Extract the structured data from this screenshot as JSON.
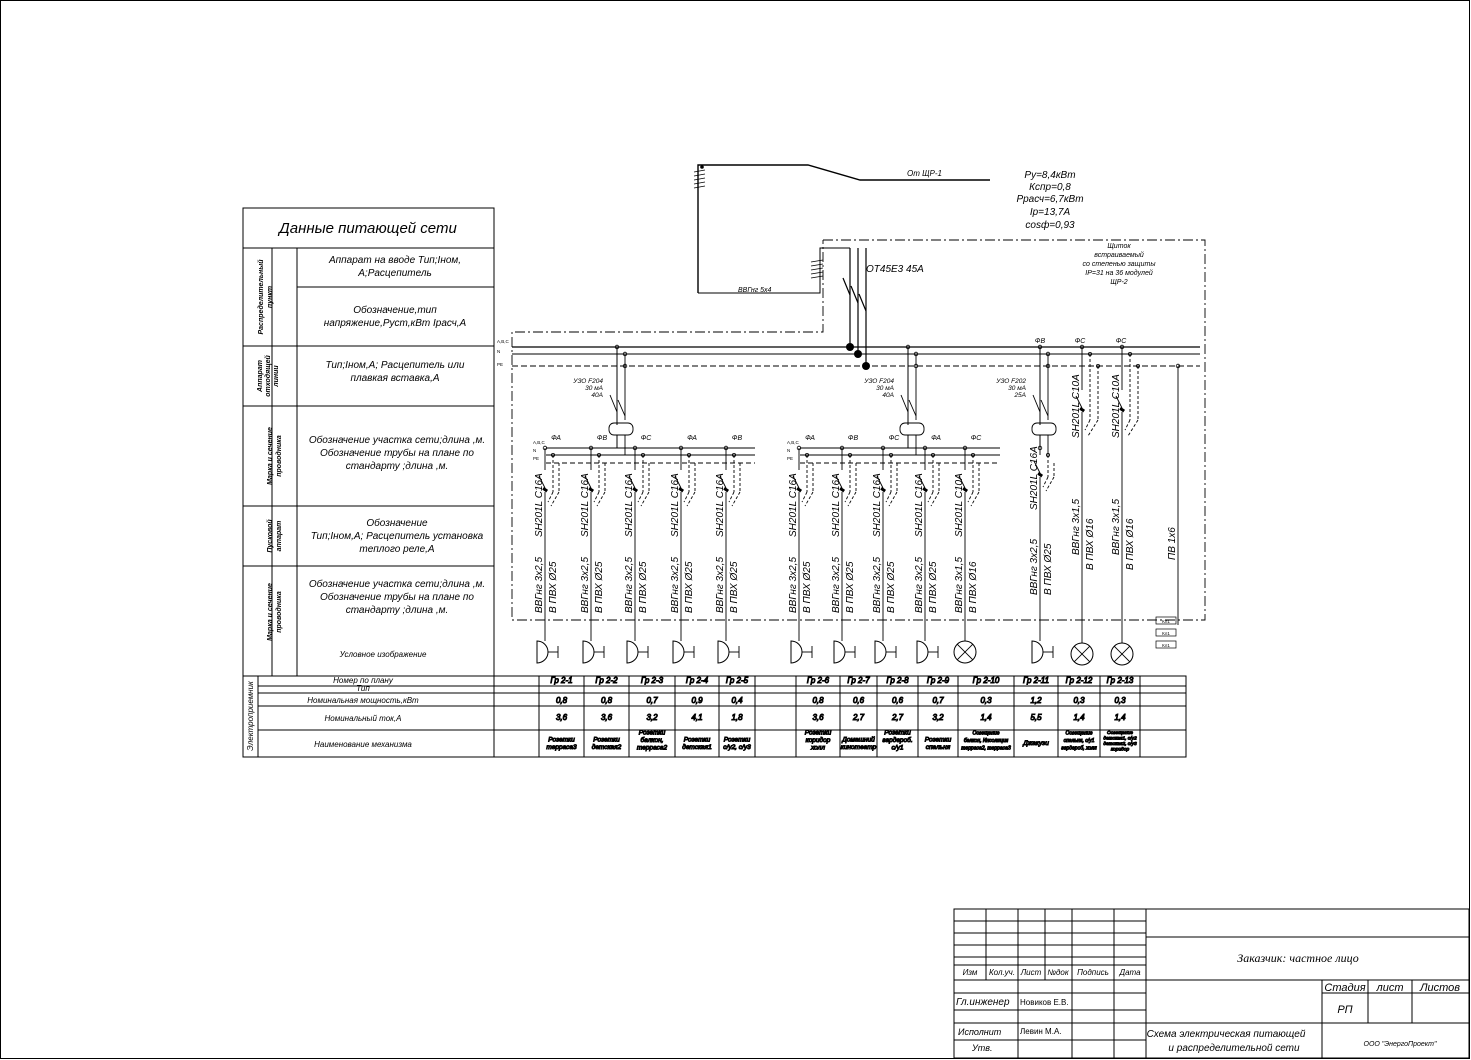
{
  "feed": {
    "source_label": "От ЩР-1",
    "cable_label": "ВВГнг 5х4",
    "switch_label": "ОТ45Е3 45А",
    "params": [
      "Ру=8,4кВт",
      "Кспр=0,8",
      "Ррасч=6,7кВт",
      "Iр=13,7А",
      "cosф=0,93"
    ],
    "panel_desc": [
      "Щиток",
      "встраиваемый",
      "со степенью защиты",
      "IP=31 на 36 модулей",
      "ЩР-2"
    ]
  },
  "bus_labels": [
    "A,B,C",
    "N",
    "PE"
  ],
  "left_table": {
    "title": "Данные питающей сети",
    "sec1_label": [
      "Распределительный",
      "пункт"
    ],
    "sec1_row1": [
      "Аппарат на вводе Тип;Iном,",
      "А;Расцепитель"
    ],
    "sec1_row2": [
      "Обозначение,тип",
      "напряжение,Руст,кВт Iрасч,А"
    ],
    "sec2_label": [
      "Аппарат",
      "отходящей",
      "линии"
    ],
    "sec2_row": [
      "Тип;Iном,А; Расцепитель или",
      "плавкая вставка,А"
    ],
    "sec3_label": [
      "Марка и сечение",
      "проводника"
    ],
    "sec3_row": [
      "Обозначение участка сети;длина ,м.",
      "Обозначение трубы на плане по",
      "стандарту ;длина ,м."
    ],
    "sec4_label": [
      "Пусковой",
      "аппарат"
    ],
    "sec4_row": [
      "Обозначение",
      "Тип;Iном,А; Расцепитель установка",
      "теплого реле,А"
    ],
    "sec5_label": [
      "Марка и сечение",
      "проводника"
    ],
    "sec5_row": [
      "Обозначение участка сети;длина ,м.",
      "Обозначение трубы на плане по",
      "стандарту ;длина ,м."
    ],
    "symbol_label": "Условное изображение"
  },
  "consumers_table": {
    "side_label": "Электроприемник",
    "row_labels": [
      "Номер по плану",
      "Тип",
      "Номинальная мощность,кВт",
      "Номинальный ток,А",
      "Наименование механизма"
    ]
  },
  "rcds": [
    {
      "lines": [
        "УЗО F204",
        "30 мА",
        "40А"
      ]
    },
    {
      "lines": [
        "УЗО F204",
        "30 мА",
        "40А"
      ]
    },
    {
      "lines": [
        "УЗО F202",
        "30 мА",
        "25А"
      ]
    }
  ],
  "phases_a": [
    "ФА",
    "ФВ",
    "ФС",
    "ФА",
    "ФВ"
  ],
  "phases_b": [
    "ФА",
    "ФВ",
    "ФС",
    "ФА",
    "ФС"
  ],
  "phases_c": [
    "ФВ",
    "ФС",
    "ФС"
  ],
  "groups": [
    {
      "num": "Гр 2-1",
      "breaker": "SH201L C16A",
      "cable": "ВВГнг 3х2,5",
      "pipe": "В ПВХ  Ø25",
      "power": "0,8",
      "current": "3,6",
      "name": [
        "Розетки",
        "терраса3"
      ],
      "symbol": "socket"
    },
    {
      "num": "Гр 2-2",
      "breaker": "SH201L C16A",
      "cable": "ВВГнг 3х2,5",
      "pipe": "В ПВХ  Ø25",
      "power": "0,8",
      "current": "3,6",
      "name": [
        "Розетки",
        "детская2"
      ],
      "symbol": "socket"
    },
    {
      "num": "Гр 2-3",
      "breaker": "SH201L C16A",
      "cable": "ВВГнг 3х2,5",
      "pipe": "В ПВХ  Ø25",
      "power": "0,7",
      "current": "3,2",
      "name": [
        "Розетки",
        "балкон,",
        "терраса2"
      ],
      "symbol": "socket"
    },
    {
      "num": "Гр 2-4",
      "breaker": "SH201L C16A",
      "cable": "ВВГнг 3х2,5",
      "pipe": "В ПВХ  Ø25",
      "power": "0,9",
      "current": "4,1",
      "name": [
        "Розетки",
        "детская1"
      ],
      "symbol": "socket"
    },
    {
      "num": "Гр 2-5",
      "breaker": "SH201L C16A",
      "cable": "ВВГнг 3х2,5",
      "pipe": "В ПВХ  Ø25",
      "power": "0,4",
      "current": "1,8",
      "name": [
        "Розетки",
        "с/у2, с/у3"
      ],
      "symbol": "socket"
    },
    {
      "num": "Гр 2-6",
      "breaker": "SH201L C16A",
      "cable": "ВВГнг 3х2,5",
      "pipe": "В ПВХ  Ø25",
      "power": "0,8",
      "current": "3,6",
      "name": [
        "Розетки",
        "коридор",
        "холл"
      ],
      "symbol": "socket"
    },
    {
      "num": "Гр 2-7",
      "breaker": "SH201L C16A",
      "cable": "ВВГнг 3х2,5",
      "pipe": "В ПВХ  Ø25",
      "power": "0,6",
      "current": "2,7",
      "name": [
        "Домашний",
        "кинотеатр"
      ],
      "symbol": "socket"
    },
    {
      "num": "Гр 2-8",
      "breaker": "SH201L C16A",
      "cable": "ВВГнг 3х2,5",
      "pipe": "В ПВХ  Ø25",
      "power": "0,6",
      "current": "2,7",
      "name": [
        "Розетки",
        "гардероб.",
        "с/у1"
      ],
      "symbol": "socket"
    },
    {
      "num": "Гр 2-9",
      "breaker": "SH201L C16A",
      "cable": "ВВГнг 3х2,5",
      "pipe": "В ПВХ  Ø25",
      "power": "0,7",
      "current": "3,2",
      "name": [
        "Розетки",
        "спальня"
      ],
      "symbol": "socket"
    },
    {
      "num": "Гр 2-10",
      "breaker": "SH201L C10A",
      "cable": "ВВГнг 3х1,5",
      "pipe": "В ПВХ  Ø16",
      "power": "0,3",
      "current": "1,4",
      "name": [
        "Освещение",
        "балкон, Инсоляция",
        "терраса2, терраса3"
      ],
      "symbol": "lamp"
    },
    {
      "num": "Гр 2-11",
      "breaker": "SH201L C16A",
      "cable": "ВВГнг 3х2,5",
      "pipe": "В ПВХ  Ø25",
      "power": "1,2",
      "current": "5,5",
      "name": [
        "Джакузи"
      ],
      "symbol": "socket"
    },
    {
      "num": "Гр 2-12",
      "breaker": "SH201L C10A",
      "cable": "ВВГнг 3х1,5",
      "pipe": "В ПВХ  Ø16",
      "power": "0,3",
      "current": "1,4",
      "name": [
        "Освещение",
        "спальня, с/у1",
        "гардероб, холл"
      ],
      "symbol": "lamp"
    },
    {
      "num": "Гр 2-13",
      "breaker": "SH201L C10A",
      "cable": "ВВГнг 3х1,5",
      "pipe": "В ПВХ  Ø16",
      "power": "0,3",
      "current": "1,4",
      "name": [
        "Освещение",
        "детская1, с/у2",
        "детская2, с/у3",
        "коридор"
      ],
      "symbol": "lamp"
    }
  ],
  "pe_cable": "ПВ 1х6",
  "terminals": [
    "Кл1",
    "Кл1",
    "Кл1"
  ],
  "title_block": {
    "headers": [
      "Изм",
      "Кол.уч.",
      "Лист",
      "№док",
      "Подпись",
      "Дата"
    ],
    "customer": "Заказчик: частное лицо",
    "stage_headers": [
      "Стадия",
      "лист",
      "Листов"
    ],
    "stage_value": "РП",
    "role1": "Гл.инженер",
    "name1": "Новиков Е.В.",
    "role2": "Исполнит",
    "name2": "Левин М.А.",
    "role3": "Утв.",
    "drawing_title": [
      "Схема электрическая питающей",
      "и распределительной сети"
    ],
    "company": "ООО \"ЭнергоПроект\""
  }
}
